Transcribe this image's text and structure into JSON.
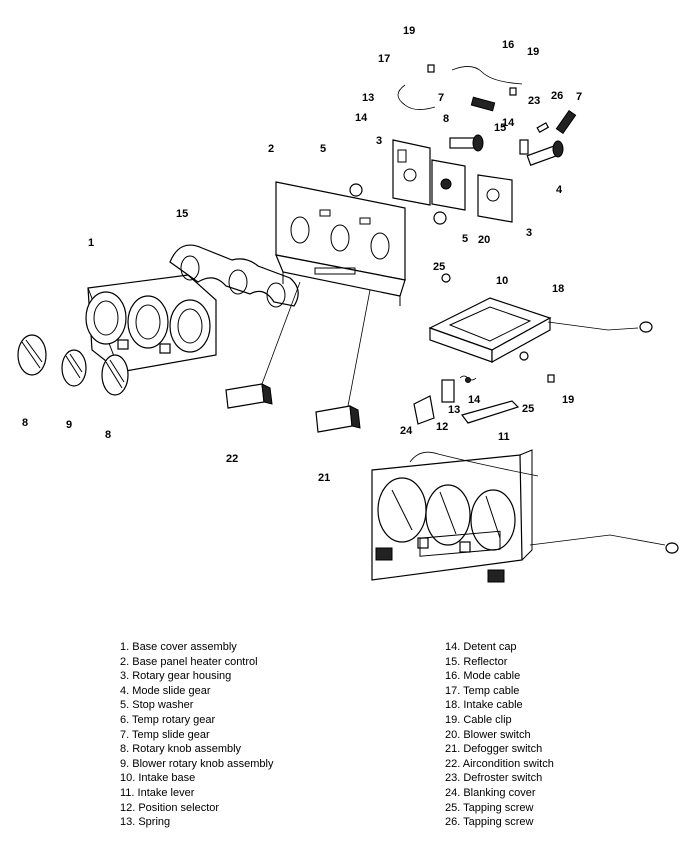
{
  "callouts": {
    "c1": "1",
    "c2": "2",
    "c3a": "3",
    "c3b": "3",
    "c4": "4",
    "c5a": "5",
    "c5b": "5",
    "c7a": "7",
    "c7b": "7",
    "c8a": "8",
    "c8b": "8",
    "c8c": "8",
    "c9": "9",
    "c10": "10",
    "c11": "11",
    "c12": "12",
    "c13a": "13",
    "c13b": "13",
    "c14a": "14",
    "c14b": "14",
    "c14c": "14",
    "c15a": "15",
    "c15b": "15",
    "c16": "16",
    "c17": "17",
    "c18": "18",
    "c19a": "19",
    "c19b": "19",
    "c19c": "19",
    "c20": "20",
    "c21": "21",
    "c22": "22",
    "c23": "23",
    "c24": "24",
    "c25a": "25",
    "c25b": "25",
    "c26": "26"
  },
  "legend": {
    "left": [
      "1.  Base cover assembly",
      "2.  Base panel heater control",
      "3.  Rotary gear housing",
      "4.  Mode slide gear",
      "5.  Stop washer",
      "6.  Temp rotary gear",
      "7.  Temp slide gear",
      "8.  Rotary knob assembly",
      "9.  Blower rotary knob assembly",
      "10. Intake base",
      "11. Intake lever",
      "12. Position selector",
      "13. Spring"
    ],
    "right": [
      "14. Detent cap",
      "15. Reflector",
      "16. Mode cable",
      "17. Temp cable",
      "18. Intake cable",
      "19. Cable clip",
      "20. Blower switch",
      "21. Defogger switch",
      "22. Aircondition switch",
      "23. Defroster switch",
      "24. Blanking cover",
      "25. Tapping screw",
      "26. Tapping screw"
    ]
  }
}
